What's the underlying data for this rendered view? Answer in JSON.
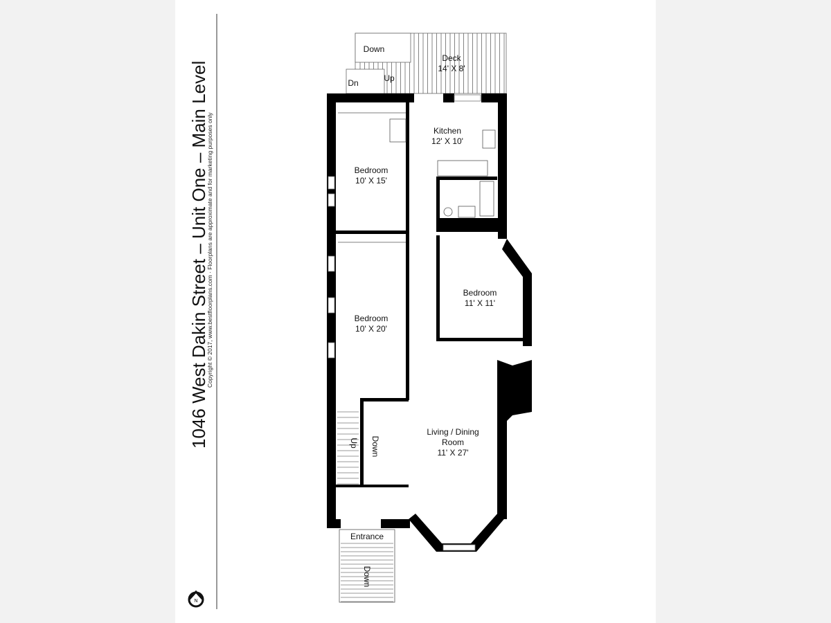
{
  "title": "1046 West Dakin Street – Unit One – Main Level",
  "copyright": "Copyright © 2017, www.bestfloorplans.com · Floorplans are approximate and for marketing purposes only",
  "north_label": "N",
  "rooms": {
    "deck": {
      "name": "Deck",
      "size": "14' X 8'"
    },
    "kitchen": {
      "name": "Kitchen",
      "size": "12' X 10'"
    },
    "bedroom1": {
      "name": "Bedroom",
      "size": "10' X 15'"
    },
    "bedroom2": {
      "name": "Bedroom",
      "size": "10' X 20'"
    },
    "bedroom3": {
      "name": "Bedroom",
      "size": "11' X 11'"
    },
    "living": {
      "name1": "Living / Dining",
      "name2": "Room",
      "size": "11' X 27'"
    },
    "entrance": {
      "name": "Entrance"
    }
  },
  "stair_labels": {
    "rear_down": "Down",
    "rear_dn": "Dn",
    "rear_up": "Up",
    "interior_up": "Up",
    "interior_down": "Down",
    "front_down": "Down"
  }
}
